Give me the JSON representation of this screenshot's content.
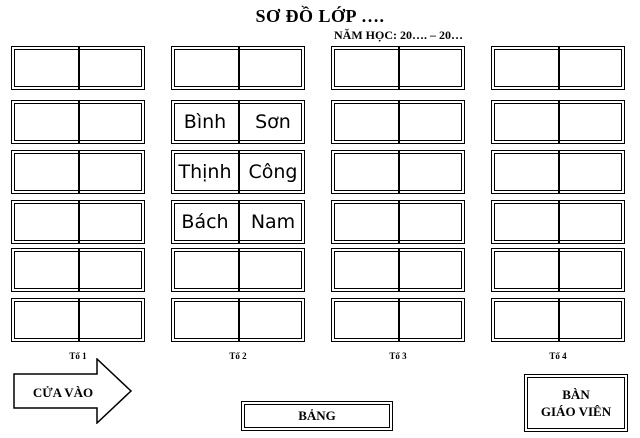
{
  "title": "SƠ ĐỒ LỚP ….",
  "subtitle": "NĂM HỌC: 20…. – 20…",
  "groups": [
    {
      "label": "Tổ 1",
      "desks": [
        [
          "",
          ""
        ],
        [
          "",
          ""
        ],
        [
          "",
          ""
        ],
        [
          "",
          ""
        ],
        [
          "",
          ""
        ],
        [
          "",
          ""
        ]
      ]
    },
    {
      "label": "Tổ 2",
      "desks": [
        [
          "",
          ""
        ],
        [
          "Bình",
          "Sơn"
        ],
        [
          "Thịnh",
          "Công"
        ],
        [
          "Bách",
          "Nam"
        ],
        [
          "",
          ""
        ],
        [
          "",
          ""
        ]
      ]
    },
    {
      "label": "Tổ 3",
      "desks": [
        [
          "",
          ""
        ],
        [
          "",
          ""
        ],
        [
          "",
          ""
        ],
        [
          "",
          ""
        ],
        [
          "",
          ""
        ],
        [
          "",
          ""
        ]
      ]
    },
    {
      "label": "Tổ 4",
      "desks": [
        [
          "",
          ""
        ],
        [
          "",
          ""
        ],
        [
          "",
          ""
        ],
        [
          "",
          ""
        ],
        [
          "",
          ""
        ],
        [
          "",
          ""
        ]
      ]
    }
  ],
  "door_label": "CỬA VÀO",
  "board_label": "BẢNG",
  "teacher_desk": {
    "line1": "BÀN",
    "line2": "GIÁO VIÊN"
  }
}
